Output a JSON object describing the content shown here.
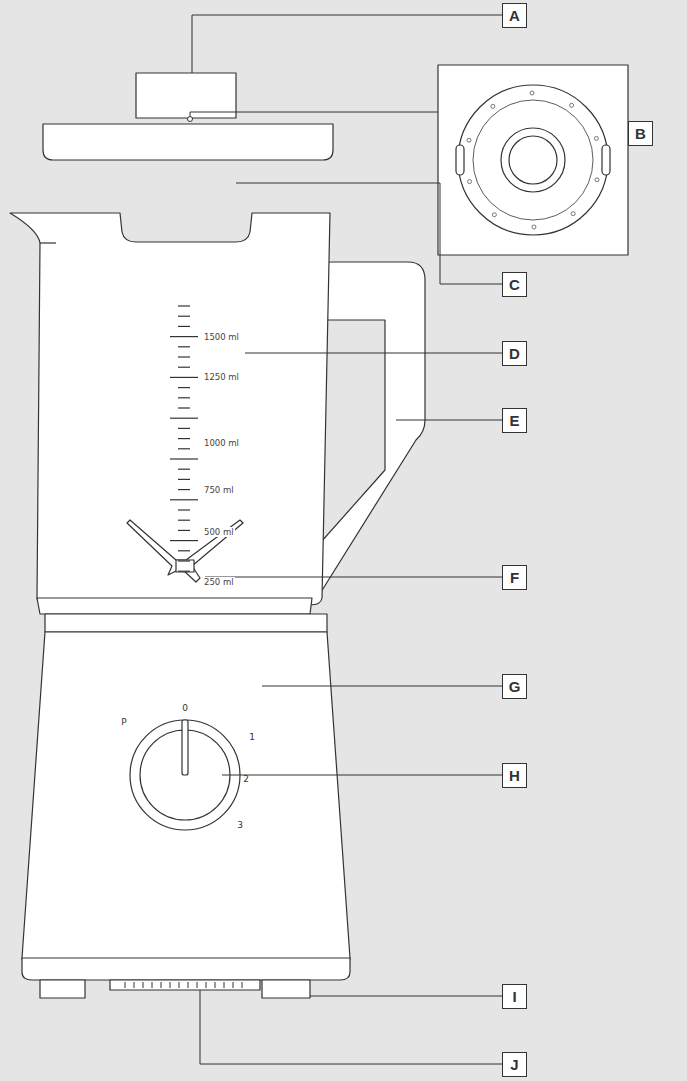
{
  "diagram": {
    "labels": [
      "A",
      "B",
      "C",
      "D",
      "E",
      "F",
      "G",
      "H",
      "I",
      "J",
      "1500 ml",
      "1250 ml",
      "1000 ml",
      "750 ml",
      "500 ml",
      "250 ml",
      "P",
      "0",
      "1",
      "2",
      "3"
    ]
  }
}
